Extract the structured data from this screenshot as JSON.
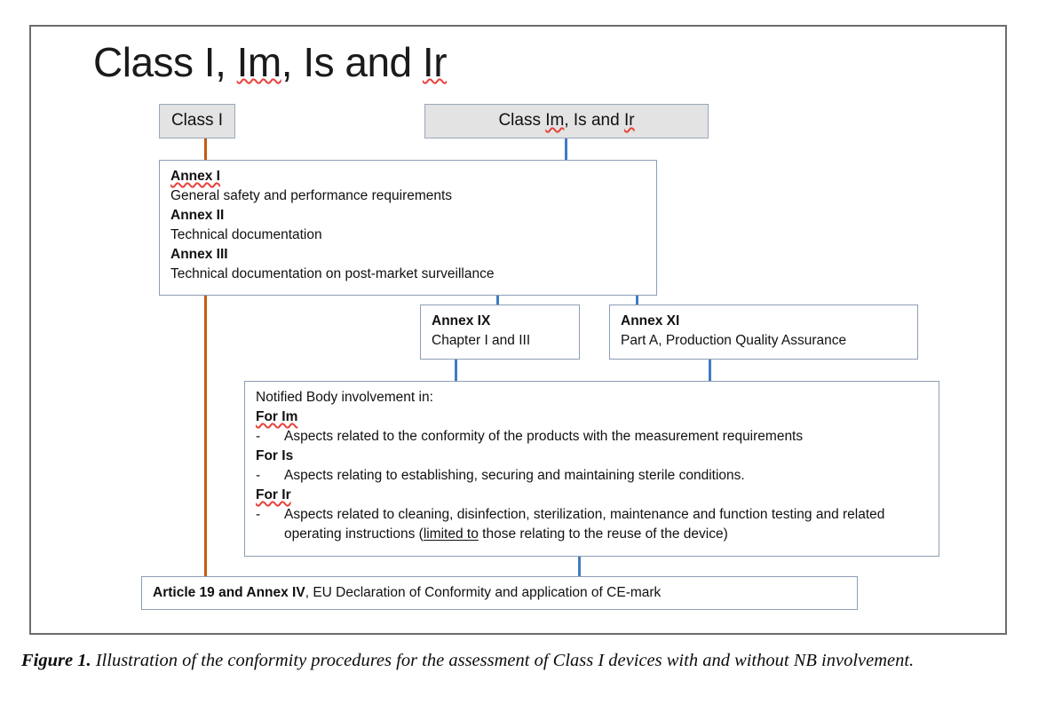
{
  "figure": {
    "title": "Class I, Im, Is and Ir",
    "title_parts": [
      {
        "text": "Class I, ",
        "spellcheck_flag": false
      },
      {
        "text": "Im",
        "spellcheck_flag": true
      },
      {
        "text": ", Is and ",
        "spellcheck_flag": false
      },
      {
        "text": "Ir",
        "spellcheck_flag": true
      }
    ],
    "caption_label": "Figure 1.",
    "caption_text": " Illustration of the conformity procedures for the assessment of Class I devices with and without NB involvement."
  },
  "nodes": {
    "class_i": {
      "label": "Class I"
    },
    "class_im_is_ir": {
      "label_prefix": "Class ",
      "label_im": "Im",
      "label_mid": ", Is and ",
      "label_ir": "Ir"
    },
    "annex_i_block": {
      "lines": [
        {
          "text": "Annex I",
          "bold": true,
          "spellcheck_flag": true
        },
        {
          "text": "General safety and performance requirements",
          "bold": false
        },
        {
          "text": "Annex II",
          "bold": true
        },
        {
          "text": "Technical documentation",
          "bold": false
        },
        {
          "text": "Annex III",
          "bold": true
        },
        {
          "text": "Technical documentation on post-market surveillance",
          "bold": false
        }
      ]
    },
    "annex_ix": {
      "heading": "Annex IX",
      "detail": "Chapter I and III"
    },
    "annex_xi": {
      "heading": "Annex XI",
      "detail": "Part A, Production Quality Assurance"
    },
    "notified_body": {
      "intro": "Notified Body involvement in:",
      "groups": [
        {
          "heading": "For Im",
          "bullet_marker": "-",
          "bullet": "Aspects related to the conformity of the products with the measurement requirements"
        },
        {
          "heading": "For Is",
          "bullet_marker": "-",
          "bullet": "Aspects relating to establishing, securing and maintaining sterile conditions."
        },
        {
          "heading": "For Ir",
          "bullet_marker": "-",
          "bullet_pre": "Aspects related to cleaning, disinfection, sterilization, maintenance and function testing and related operating instructions (",
          "bullet_underlined": "limited to",
          "bullet_post": " those relating to the reuse of the device)"
        }
      ]
    },
    "article_19": {
      "bold_part": "Article 19 and Annex IV",
      "rest": ", EU Declaration of Conformity and application of CE-mark"
    }
  },
  "connectors": [
    {
      "name": "class-i-to-annex-i",
      "color": "#c55a11"
    },
    {
      "name": "orange-spine-annex-i-to-article-19",
      "color": "#c55a11"
    },
    {
      "name": "class-im-is-ir-to-annex-i",
      "color": "#3f7bc4"
    },
    {
      "name": "annex-i-to-annex-ix",
      "color": "#3f7bc4"
    },
    {
      "name": "annex-i-to-annex-xi",
      "color": "#3f7bc4"
    },
    {
      "name": "annex-ix-to-notified-body",
      "color": "#3f7bc4"
    },
    {
      "name": "annex-xi-to-notified-body",
      "color": "#3f7bc4"
    },
    {
      "name": "notified-body-to-article-19",
      "color": "#3f7bc4"
    }
  ],
  "colors": {
    "frame_border": "#6d6d6d",
    "box_border": "#8d9db6",
    "grey_fill": "#e3e3e3",
    "orange_line": "#c55a11",
    "blue_line": "#3f7bc4",
    "spellcheck_underline": "#e8413a"
  }
}
